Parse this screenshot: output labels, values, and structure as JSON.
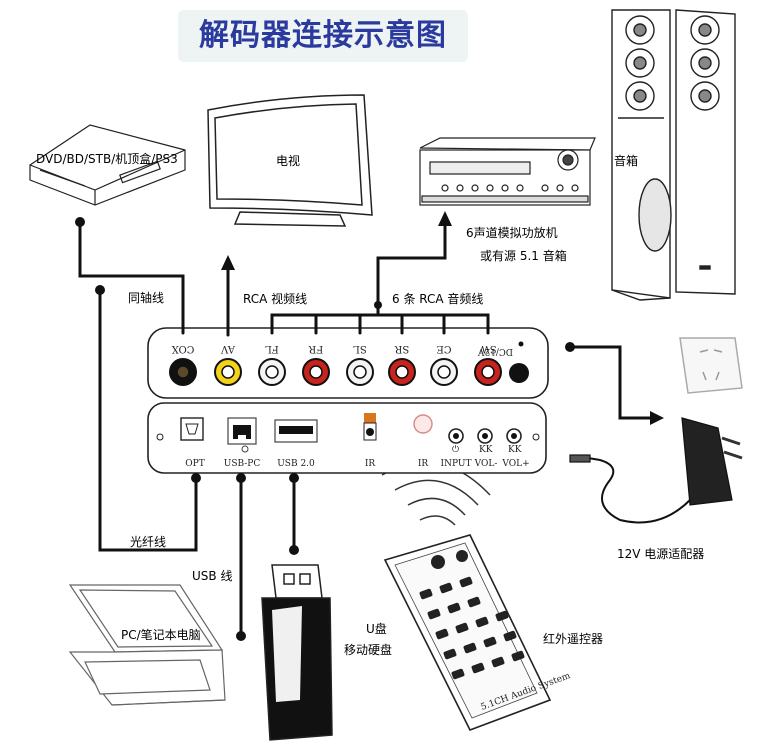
{
  "title": "解码器连接示意图",
  "labels": {
    "dvd": "DVD/BD/STB/机顶盒/PS3",
    "tv": "电视",
    "amp_line1": "6声道模拟功放机",
    "amp_line2": "或有源 5.1 音箱",
    "speaker": "音箱",
    "coax_cable": "同轴线",
    "rca_video": "RCA 视频线",
    "rca_audio": "6 条 RCA 音频线",
    "optical_cable": "光纤线",
    "usb_cable": "USB 线",
    "laptop": "PC/笔记本电脑",
    "udisk_line1": "U盘",
    "udisk_line2": "移动硬盘",
    "remote": "红外遥控器",
    "adapter": "12V 电源适配器"
  },
  "panel_top": {
    "ports": [
      "COX",
      "AV",
      "FL",
      "FR",
      "SL",
      "SR",
      "CE",
      "SW"
    ],
    "dc": "DC/12V"
  },
  "panel_bottom": {
    "ports": [
      "OPT",
      "USB-PC",
      "USB 2.0",
      "IR",
      "IR",
      "INPUT",
      "VOL-",
      "VOL+"
    ]
  },
  "remote_brand": "5.1CH Audio System",
  "colors": {
    "title_text": "#2b3a9e",
    "title_bg": "#eef3f3",
    "rca_black": "#111111",
    "rca_yellow": "#f2d21a",
    "rca_white": "#f4f4f4",
    "rca_red": "#c8231c"
  }
}
